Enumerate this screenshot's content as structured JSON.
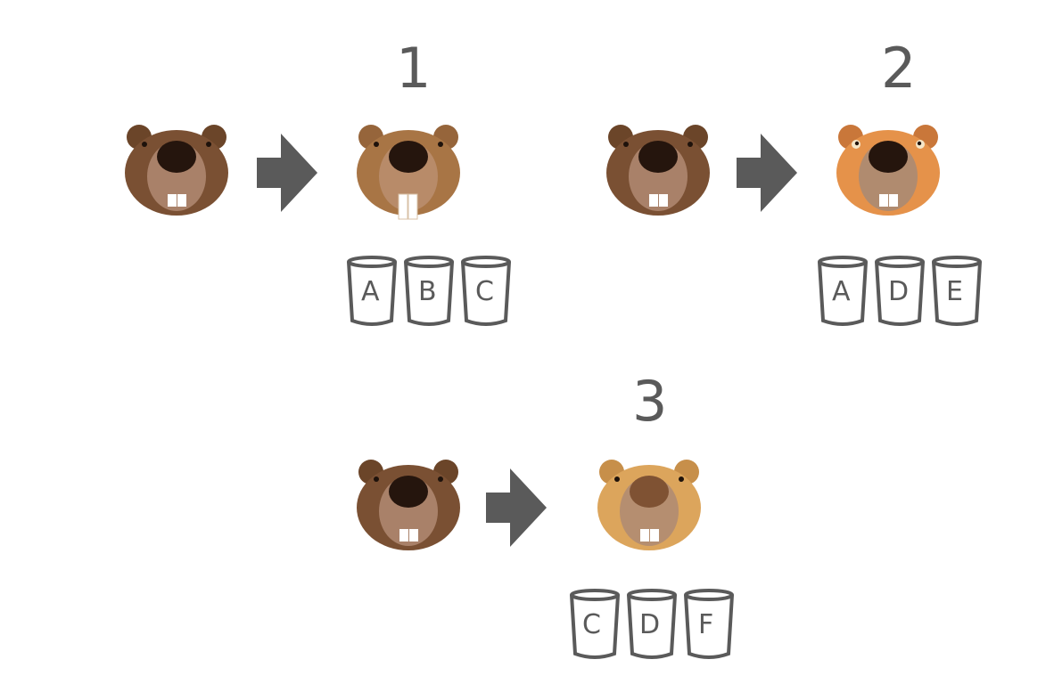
{
  "panels": [
    {
      "number": "1",
      "transformed_beaver": "light-brown-beaver-long-teeth",
      "cups": [
        "A",
        "B",
        "C"
      ]
    },
    {
      "number": "2",
      "transformed_beaver": "orange-beaver-light-eyes",
      "cups": [
        "A",
        "D",
        "E"
      ]
    },
    {
      "number": "3",
      "transformed_beaver": "tan-beaver-brown-nose",
      "cups": [
        "C",
        "D",
        "F"
      ]
    }
  ],
  "colors": {
    "original_fur": "#7a5033",
    "light_brown_fur": "#a87545",
    "orange_fur": "#e5924a",
    "tan_fur": "#dca55c",
    "arrow": "#5a5a5a",
    "cup_stroke": "#5a5a5a",
    "number_text": "#5a5a5a"
  },
  "icons": [
    "beaver-icon",
    "arrow-right-icon",
    "cup-icon"
  ]
}
